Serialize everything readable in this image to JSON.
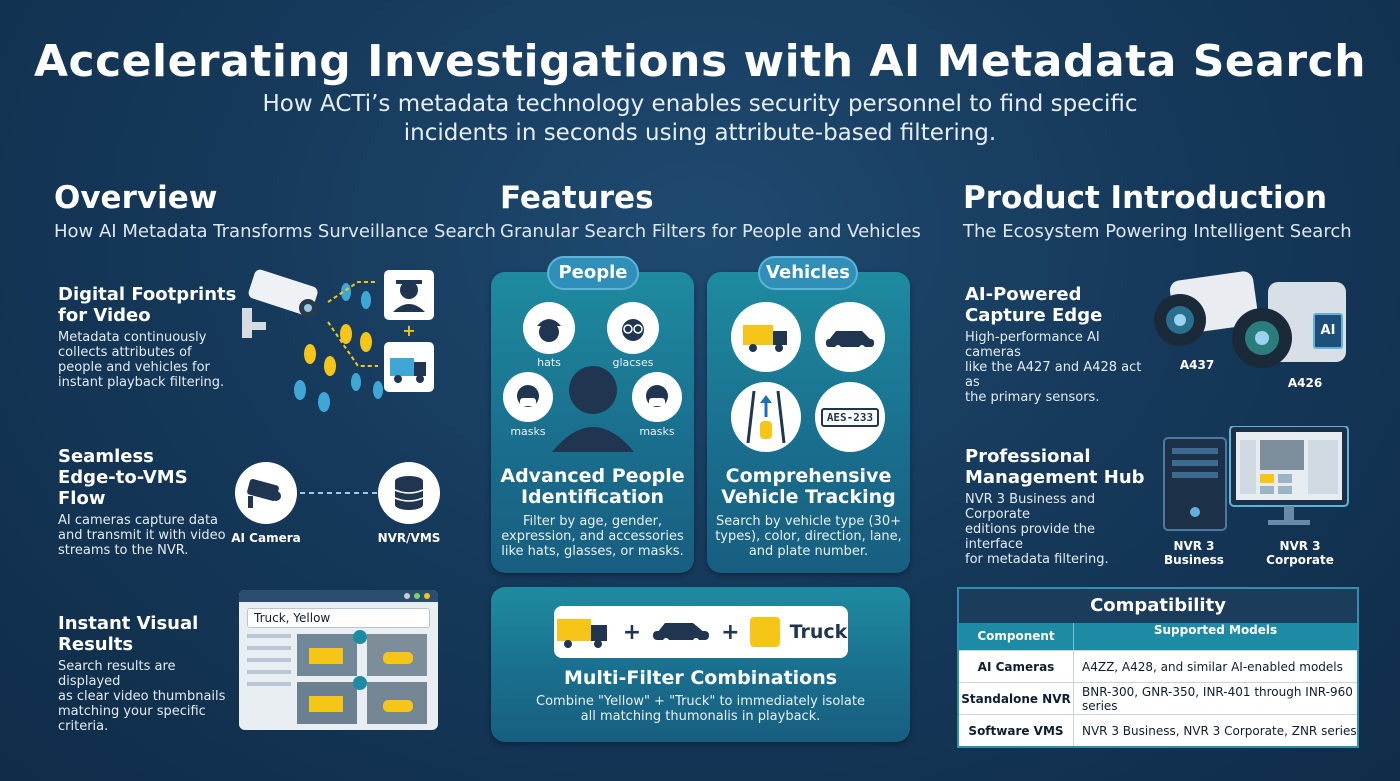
{
  "header": {
    "title": "Accelerating Investigations with AI Metadata Search",
    "subtitle_line1": "How ACTi’s metadata technology enables security personnel to find specific",
    "subtitle_line2": "incidents in seconds using attribute-based filtering."
  },
  "overview": {
    "heading": "Overview",
    "subheading": "How AI Metadata Transforms Surveillance Search",
    "blocks": [
      {
        "title1": "Digital Footprints",
        "title2": "for Video",
        "text": [
          "Metadata continuously",
          "collects attributes of",
          "people and vehicles for",
          "instant playback filtering."
        ]
      },
      {
        "title1": "Seamless",
        "title2": "Edge-to-VMS Flow",
        "text": [
          "AI cameras capture data",
          "and transmit it with video",
          "streams to the NVR."
        ]
      },
      {
        "title1": "Instant Visual",
        "title2": "Results",
        "text": [
          "Search results are displayed",
          "as clear video thumbnails",
          "matching your specific",
          "criteria."
        ]
      }
    ],
    "flow_labels": {
      "camera": "AI Camera",
      "nvr": "NVR/VMS"
    },
    "search_query": "Truck, Yellow"
  },
  "features": {
    "heading": "Features",
    "subheading": "Granular Search Filters for People and Vehicles",
    "people": {
      "pill": "People",
      "icon_labels": [
        "hats",
        "glacses",
        "masks",
        "masks"
      ],
      "title1": "Advanced People",
      "title2": "Identification",
      "text": [
        "Filter by age, gender,",
        "expression, and accessories",
        "like hats, glasses, or masks."
      ]
    },
    "vehicles": {
      "pill": "Vehicles",
      "plate": "AES-233",
      "title1": "Comprehensive",
      "title2": "Vehicle Tracking",
      "text": [
        "Search by vehicle type (30+",
        "types), color, direction, lane,",
        "and plate number."
      ]
    },
    "multi": {
      "plus": "+",
      "truck_word": "Truck",
      "title": "Multi-Filter Combinations",
      "text": [
        "Combine \"Yellow\" + \"Truck\" to immediately isolate",
        "all matching thumonalis in playback."
      ]
    }
  },
  "products": {
    "heading": "Product Introduction",
    "subheading": "The Ecosystem Powering Intelligent Search",
    "edge": {
      "title1": "AI-Powered",
      "title2": "Capture Edge",
      "text": [
        "High-performance AI cameras",
        "like the A427 and A428 act as",
        "the primary sensors."
      ],
      "cam1": "A437",
      "cam2": "A426",
      "chip": "AI"
    },
    "hub": {
      "title1": "Professional",
      "title2": "Management Hub",
      "text": [
        "NVR 3 Business and Corporate",
        "editions provide the interface",
        "for metadata filtering."
      ],
      "label1": "NVR 3 Business",
      "label2": "NVR 3 Corporate"
    }
  },
  "compat": {
    "title": "Compatibility",
    "headers": [
      "Component",
      "Supported Models"
    ],
    "rows": [
      [
        "AI Cameras",
        "A4ZZ, A428, and similar AI-enabled models"
      ],
      [
        "Standalone NVR",
        "BNR-300, GNR-350, INR-401 through INR-960 series"
      ],
      [
        "Software VMS",
        "NVR 3 Business, NVR 3 Corporate, ZNR series"
      ]
    ]
  },
  "colors": {
    "background": "#163a5c",
    "card": "#1a6f8e",
    "accent_yellow": "#f5c518",
    "table_head": "#1e8ba5"
  }
}
